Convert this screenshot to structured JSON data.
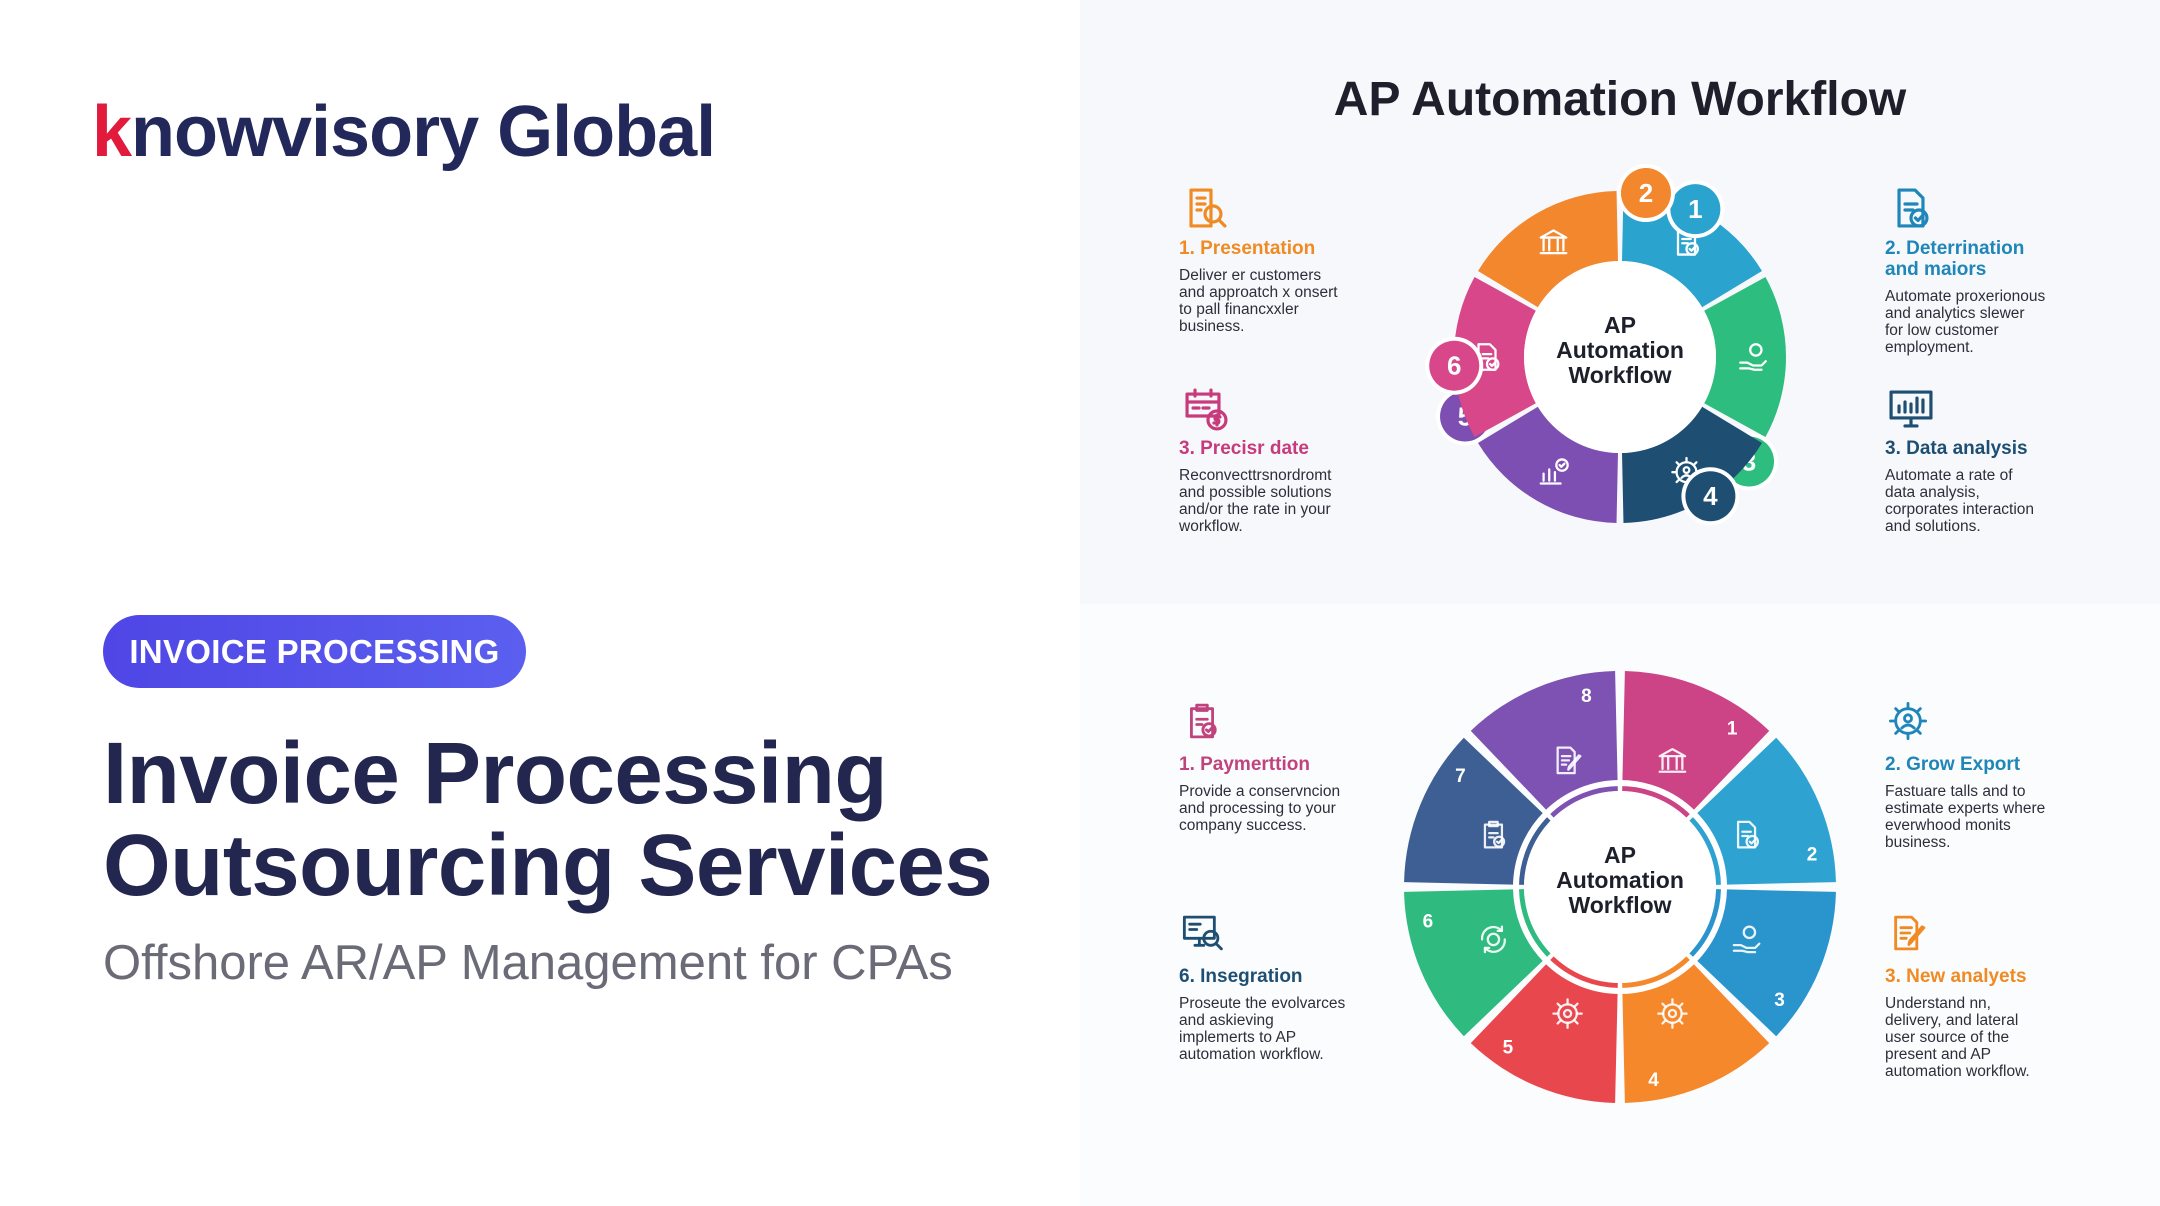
{
  "brand": {
    "logo_k": "k",
    "logo_rest": "nowvisory Global",
    "logo_red": "#e21b3c",
    "logo_navy": "#23285a"
  },
  "hero": {
    "badge": "INVOICE PROCESSING",
    "title_line1": "Invoice Processing",
    "title_line2": "Outsourcing Services",
    "subtitle": "Offshore AR/AP Management for CPAs"
  },
  "top_diagram": {
    "heading": "AP Automation Workflow",
    "center": [
      "AP",
      "Automation",
      "Workflow"
    ],
    "segments": [
      {
        "num": "1",
        "color": "#2aa3cf",
        "icon": "document-check-icon"
      },
      {
        "num": "3",
        "color": "#2dbd7e",
        "icon": "hand-coin-icon"
      },
      {
        "num": "4",
        "color": "#1e4f73",
        "icon": "gear-person-icon"
      },
      {
        "num": "5",
        "color": "#7e4fb2",
        "icon": "chart-check-icon"
      },
      {
        "num": "6",
        "color": "#d8478a",
        "icon": "document-check-icon"
      },
      {
        "num": "2",
        "color": "#f2872d",
        "icon": "bank-icon"
      }
    ],
    "items": [
      {
        "title": "1. Presentation",
        "color": "#f08a23",
        "icon": "document-search-icon",
        "text": [
          "Deliver er customers",
          "and approatch x onsert",
          "to pall financxxler",
          "business."
        ]
      },
      {
        "title": "3. Precisr date",
        "color": "#c73a7c",
        "icon": "calendar-dollar-icon",
        "text": [
          "Reconvecttrsnordromt",
          "and possible solutions",
          "and/or the rate in your",
          "workflow."
        ]
      },
      {
        "title": "2. Deterrination and maiors",
        "title_lines": [
          "2. Deterrination",
          "and maiors"
        ],
        "color": "#1e86b8",
        "icon": "document-check-icon",
        "text": [
          "Automate proxerionous",
          "and analytics slewer",
          "for low customer",
          "employment."
        ]
      },
      {
        "title": "3. Data analysis",
        "color": "#1e4f73",
        "icon": "monitor-chart-icon",
        "text": [
          "Automate a rate of",
          "data analysis,",
          "corporates interaction",
          "and solutions."
        ]
      }
    ]
  },
  "bottom_diagram": {
    "center": [
      "AP",
      "Automation",
      "Workflow"
    ],
    "segments": [
      {
        "num": "1",
        "color": "#cc4386",
        "icon": "bank-icon"
      },
      {
        "num": "2",
        "color": "#2ea2d0",
        "icon": "document-check-icon"
      },
      {
        "num": "3",
        "color": "#2a94cc",
        "icon": "hand-coin-icon"
      },
      {
        "num": "4",
        "color": "#f5882a",
        "icon": "gear-icon"
      },
      {
        "num": "5",
        "color": "#e9474e",
        "icon": "gear-icon"
      },
      {
        "num": "6",
        "color": "#2fba7f",
        "icon": "coin-cycle-icon"
      },
      {
        "num": "7",
        "color": "#3d5f93",
        "icon": "clipboard-check-icon"
      },
      {
        "num": "8",
        "color": "#7d52b3",
        "icon": "document-pen-icon"
      }
    ],
    "items": [
      {
        "title": "1. Paymerttion",
        "color": "#c0437e",
        "icon": "clipboard-check-icon",
        "text": [
          "Provide a conservncion",
          "and processing to your",
          "company success."
        ]
      },
      {
        "title": "6. Insegration",
        "color": "#1e4f73",
        "icon": "monitor-search-icon",
        "text": [
          "Proseute the evolvarces",
          "and askieving",
          "implemerts to AP",
          "automation workflow."
        ]
      },
      {
        "title": "2. Grow Export",
        "color": "#1e86b8",
        "icon": "gear-person-icon",
        "text": [
          "Fastuare talls and to",
          "estimate experts where",
          "everwhood monits",
          "business."
        ]
      },
      {
        "title": "3. New analyets",
        "color": "#f08a23",
        "icon": "document-pen-icon",
        "text": [
          "Understand nn,",
          "delivery, and lateral",
          "user source of the",
          "present and AP",
          "automation workflow."
        ]
      }
    ]
  }
}
